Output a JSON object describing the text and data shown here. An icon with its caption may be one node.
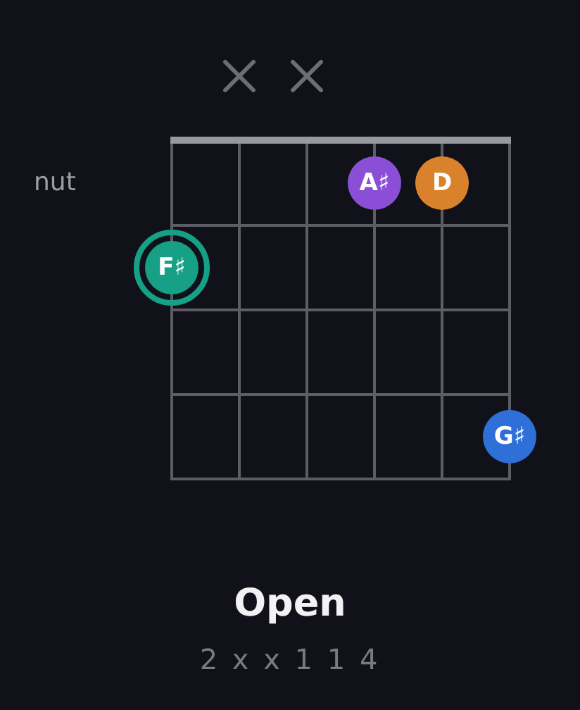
{
  "diagram": {
    "title": "Open",
    "caption": "2 x x 1 1 4",
    "nodes": [
      {
        "text": [
          "A♯"
        ]
      },
      {
        "text": [
          "D"
        ]
      },
      {
        "text": [
          "F♯"
        ]
      },
      {
        "text": [
          "G♯"
        ]
      }
    ],
    "labels": [
      "nut"
    ]
  }
}
